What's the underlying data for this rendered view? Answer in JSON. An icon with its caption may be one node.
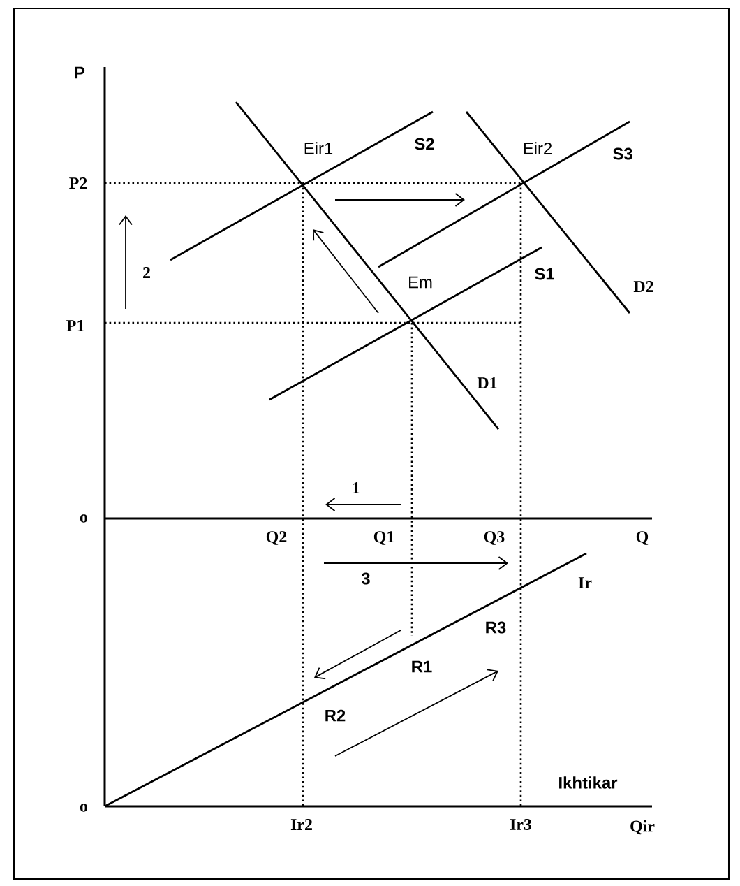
{
  "diagram": {
    "labels": [
      "P",
      "Eir1",
      "S2",
      "Eir2",
      "S3",
      "P2",
      "2",
      "Em",
      "S1",
      "D2",
      "P1",
      "D1",
      "1",
      "o",
      "Q2",
      "Q1",
      "Q3",
      "Q",
      "3",
      "Ir",
      "R3",
      "R1",
      "R2",
      "Ikhtikar",
      "o",
      "Ir2",
      "Ir3",
      "Qir"
    ]
  }
}
